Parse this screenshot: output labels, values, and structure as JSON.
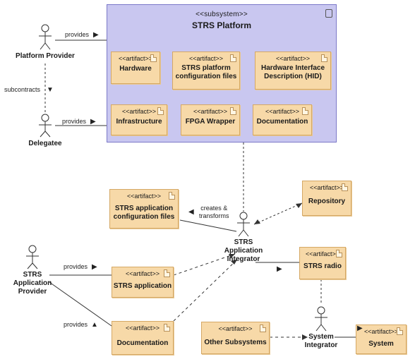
{
  "subsystem": {
    "stereotype": "<<subsystem>>",
    "title": "STRS Platform"
  },
  "artifacts": {
    "stereotype": "<<artifact>>",
    "hardware": "Hardware",
    "strs_platform_config": [
      "STRS platform",
      "configuration files"
    ],
    "hid": [
      "Hardware Interface",
      "Description (HID)"
    ],
    "infrastructure": "Infrastructure",
    "fpga_wrapper": "FPGA Wrapper",
    "documentation_platform": "Documentation",
    "strs_app_config": [
      "STRS application",
      "configuration files"
    ],
    "repository": "Repository",
    "strs_radio": "STRS radio",
    "strs_application": "STRS application",
    "documentation_app": "Documentation",
    "other_subsystems": "Other Subsystems",
    "system": "System"
  },
  "actors": {
    "platform_provider": "Platform Provider",
    "delegatee": "Delegatee",
    "strs_app_provider": [
      "STRS",
      "Application",
      "Provider"
    ],
    "strs_app_integrator": [
      "STRS",
      "Application",
      "Integrator"
    ],
    "system_integrator": [
      "System",
      "Integrator"
    ]
  },
  "relations": {
    "provides_platform": "provides",
    "subcontracts": "subcontracts",
    "provides_delegatee": "provides",
    "creates_transforms": [
      "creates &",
      "transforms"
    ],
    "provides_app": "provides",
    "provides_doc": "provides"
  }
}
